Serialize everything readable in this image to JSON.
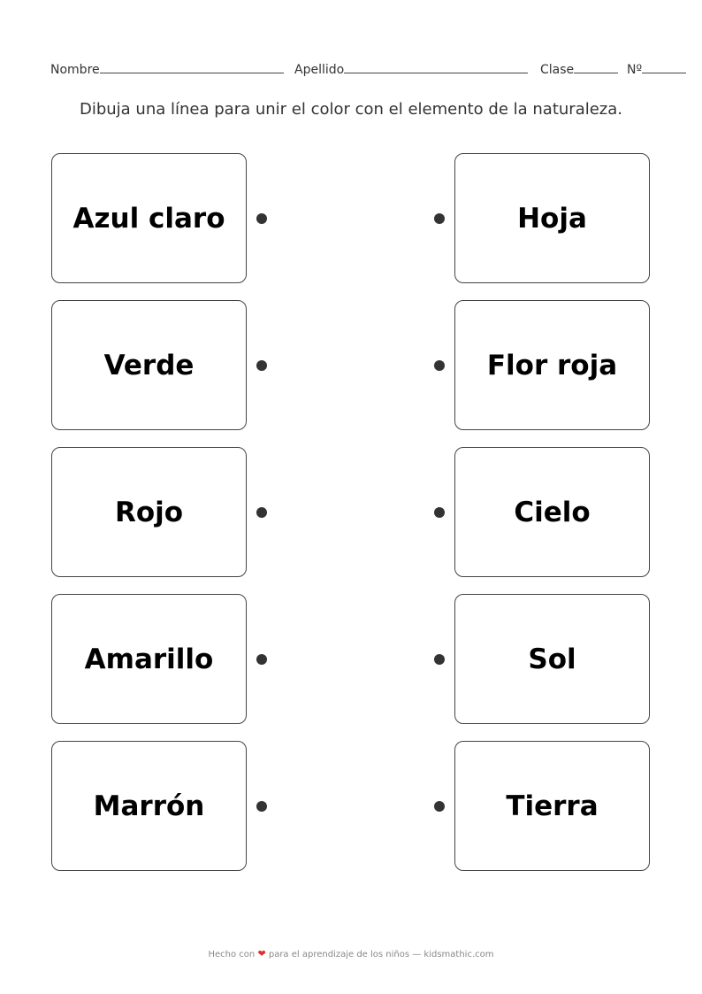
{
  "header": {
    "name_label": "Nombre",
    "surname_label": "Apellido",
    "class_label": "Clase",
    "number_label": "Nº"
  },
  "instructions": "Dibuja una línea para unir el color con el elemento de la naturaleza.",
  "left_items": [
    "Azul claro",
    "Verde",
    "Rojo",
    "Amarillo",
    "Marrón"
  ],
  "right_items": [
    "Hoja",
    "Flor roja",
    "Cielo",
    "Sol",
    "Tierra"
  ],
  "footer": {
    "prefix": "Hecho con",
    "heart_icon": "heart-icon",
    "suffix": "para el aprendizaje de los niños — kidsmathic.com"
  },
  "colors": {
    "border": "#444444",
    "dot": "#333333",
    "heart": "#e03030",
    "footer_text": "#888888"
  }
}
